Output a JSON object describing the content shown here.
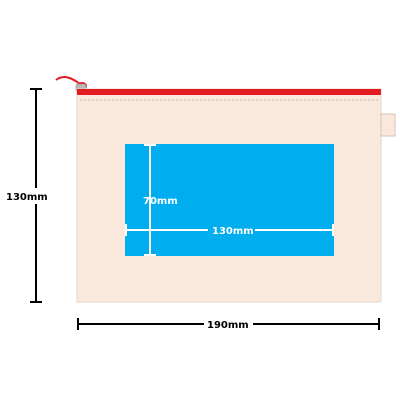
{
  "colors": {
    "pouch_fill": "#fbe8dc",
    "pouch_stroke": "#e6d6cb",
    "zipper": "#e31b23",
    "print_area": "#00aeef",
    "dimension_line": "#000000",
    "inner_dimension_line": "#ffffff"
  },
  "labels": {
    "height": "130mm",
    "width": "190mm",
    "print_height": "70mm",
    "print_width": "130mm"
  }
}
